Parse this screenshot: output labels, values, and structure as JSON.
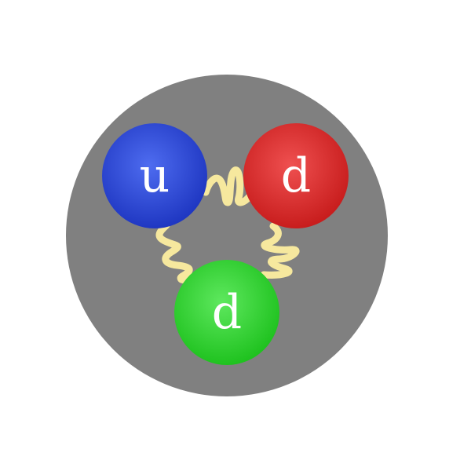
{
  "diagram": {
    "nucleon_color": "#808080",
    "gluon_color": "#f6e89e",
    "quarks": [
      {
        "id": "top-left",
        "label": "u",
        "color": "blue",
        "fill": "#2a46d6"
      },
      {
        "id": "top-right",
        "label": "d",
        "color": "red",
        "fill": "#dd2a2a"
      },
      {
        "id": "bottom",
        "label": "d",
        "color": "green",
        "fill": "#2ad42a"
      }
    ]
  }
}
